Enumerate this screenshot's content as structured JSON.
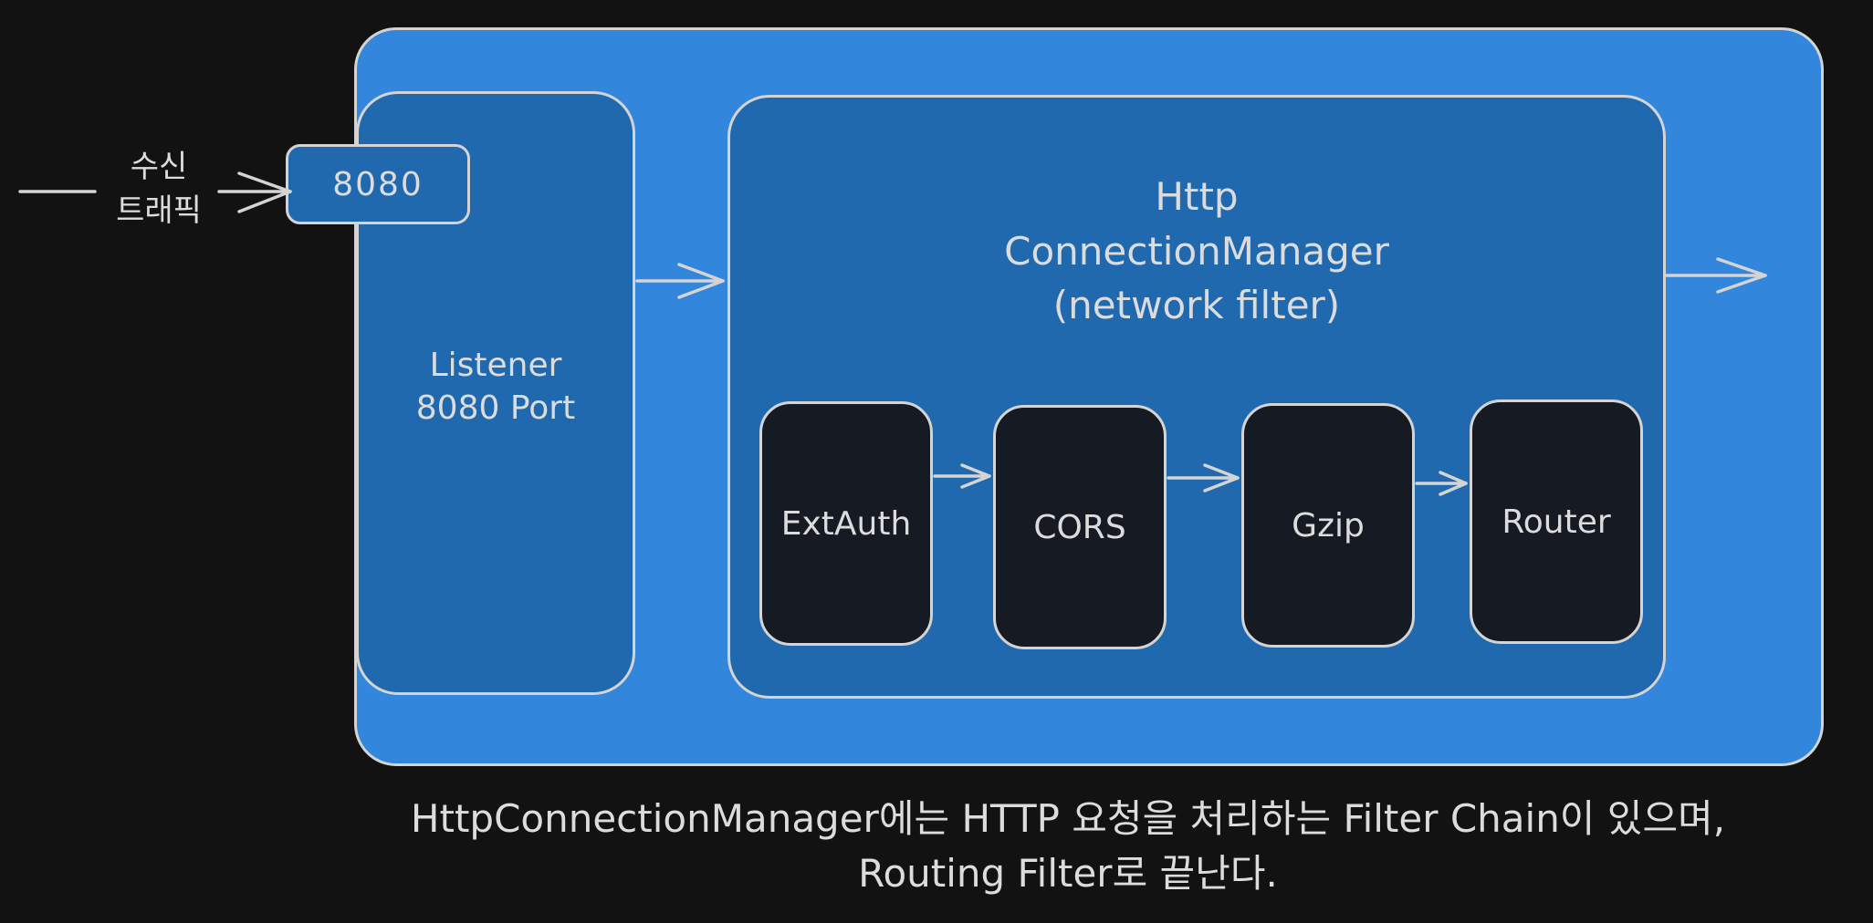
{
  "diagram": {
    "incoming_label_line1": "수신",
    "incoming_label_line2": "트래픽",
    "port_label": "8080",
    "listener_line1": "Listener",
    "listener_line2": "8080 Port",
    "hcm_line1": "Http",
    "hcm_line2": "ConnectionManager",
    "hcm_line3": "(network filter)",
    "filters": [
      "ExtAuth",
      "CORS",
      "Gzip",
      "Router"
    ]
  },
  "caption": {
    "line1": "HttpConnectionManager에는 HTTP 요청을 처리하는 Filter Chain이 있으며,",
    "line2": "Routing Filter로 끝난다."
  },
  "colors": {
    "background": "#121212",
    "envoy_box": "#3286dc",
    "inner_box": "#2169ae",
    "filter_box": "#161b23",
    "stroke": "#d4d4d4"
  }
}
